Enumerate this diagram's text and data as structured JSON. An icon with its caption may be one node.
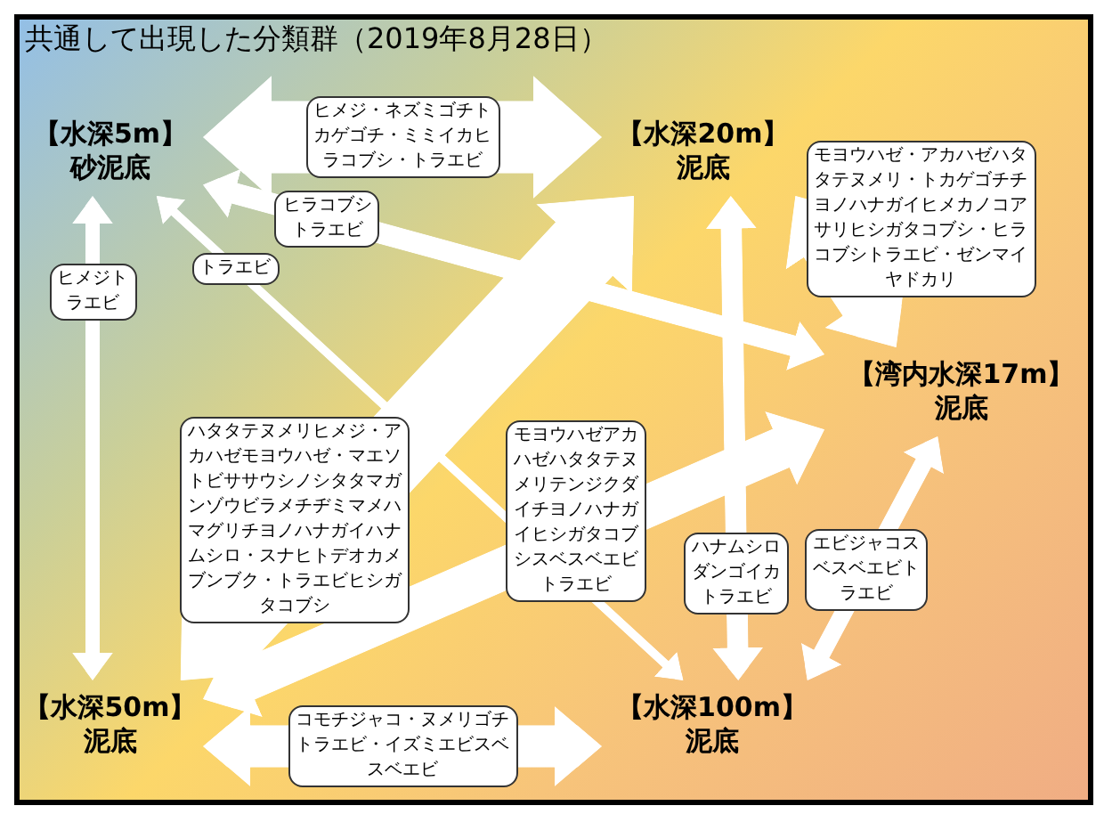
{
  "diagram": {
    "title": "共通して出現した分類群（2019年8月28日）",
    "nodes": [
      {
        "text": [
          "【水深5m】",
          "砂泥底"
        ]
      },
      {
        "text": [
          "【水深20m】",
          "泥底"
        ]
      },
      {
        "text": [
          "【湾内水深17m】",
          "泥底"
        ]
      },
      {
        "text": [
          "【水深50m】",
          "泥底"
        ]
      },
      {
        "text": [
          "【水深100m】",
          "泥底"
        ]
      }
    ],
    "edges": [
      {
        "from": 0,
        "to": 1,
        "arrow": "both",
        "label": "ヒメジ・ネズミゴチトカゲゴチ・ミミイカヒラコブシ・トラエビ",
        "style": "thick"
      },
      {
        "from": 0,
        "to": 2,
        "arrow": "both",
        "label": "ヒラコブシトラエビ"
      },
      {
        "from": 0,
        "to": 4,
        "arrow": "both",
        "label": "トラエビ"
      },
      {
        "from": 0,
        "to": 3,
        "arrow": "both",
        "label": "ヒメジトラエビ"
      },
      {
        "from": 3,
        "to": 1,
        "arrow": "both",
        "label": "ハタタテヌメリヒメジ・アカハゼモヨウハゼ・マエソトビササウシノシタタマガンゾウビラメチヂミマメハマグリチヨノハナガイハナムシロ・スナヒトデオカメブンブク・トラエビヒシガタコブシ",
        "style": "thick"
      },
      {
        "from": 3,
        "to": 2,
        "arrow": "both",
        "label": "モヨウハゼアカハゼハタタテヌメリテンジクダイチヨノハナガイヒシガタコブシスベスベエビトラエビ",
        "style": "thick"
      },
      {
        "from": 3,
        "to": 4,
        "arrow": "both",
        "label": "コモチジャコ・ヌメリゴチトラエビ・イズミエビスベスベエビ",
        "style": "thick"
      },
      {
        "from": 1,
        "to": 4,
        "arrow": "both",
        "label": "ハナムシロダンゴイカトラエビ"
      },
      {
        "from": 1,
        "to": 2,
        "arrow": "both",
        "label": "モヨウハゼ・アカハゼハタタテヌメリ・トカゲゴチチヨノハナガイヒメカノコアサリヒシガタコブシ・ヒラコブシトラエビ・ゼンマイヤドカリ",
        "style": "thick"
      },
      {
        "from": 4,
        "to": 2,
        "arrow": "both",
        "label": "エビジャコスベスベエビトラエビ"
      }
    ]
  }
}
